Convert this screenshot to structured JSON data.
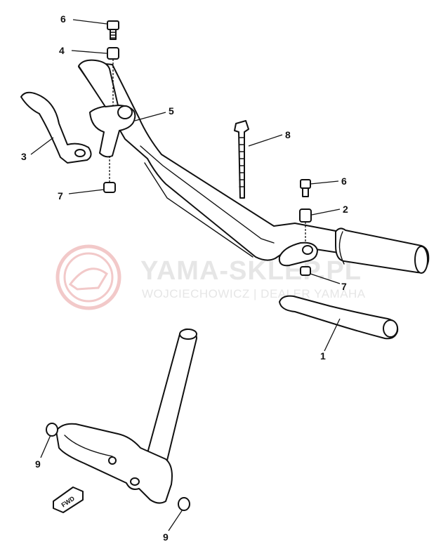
{
  "watermark": {
    "title": "YAMA-SKLEP.PL",
    "subtitle": "WOJCIECHOWICZ | DEALER YAMAHA"
  },
  "callouts": [
    {
      "id": "6",
      "part": "screw"
    },
    {
      "id": "4",
      "part": "collar"
    },
    {
      "id": "5",
      "part": "lever-holder"
    },
    {
      "id": "3",
      "part": "left-lever"
    },
    {
      "id": "7",
      "part": "nut"
    },
    {
      "id": "8",
      "part": "cable-tie"
    },
    {
      "id": "6",
      "part": "screw"
    },
    {
      "id": "2",
      "part": "collar"
    },
    {
      "id": "7",
      "part": "nut"
    },
    {
      "id": "1",
      "part": "right-lever"
    },
    {
      "id": "9",
      "part": "end-cap"
    },
    {
      "id": "9",
      "part": "end-cap"
    }
  ],
  "badge_text": "FWD"
}
